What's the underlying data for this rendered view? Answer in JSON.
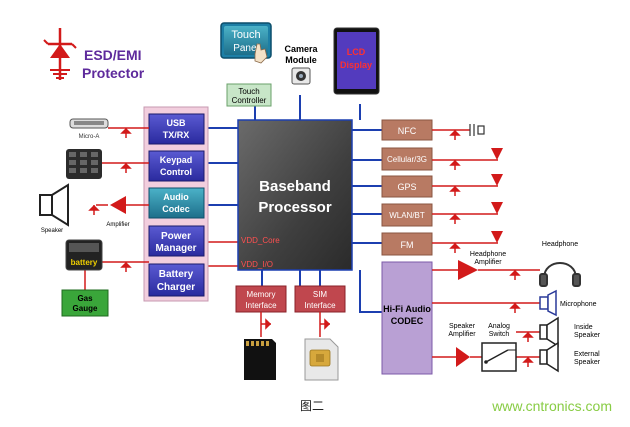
{
  "protector": {
    "line1": "ESD/EMI",
    "line2": "Protector"
  },
  "touch_panel": {
    "line1": "Touch",
    "line2": "Panel"
  },
  "touch_controller": {
    "line1": "Touch",
    "line2": "Controller"
  },
  "camera": {
    "line1": "Camera",
    "line2": "Module"
  },
  "lcd": {
    "line1": "LCD",
    "line2": "Display"
  },
  "baseband": {
    "line1": "Baseband",
    "line2": "Processor",
    "vdd_core": "VDD_Core",
    "vdd_io": "VDD_I/O"
  },
  "left_blocks": {
    "usb": {
      "line1": "USB",
      "line2": "TX/RX"
    },
    "keypad": {
      "line1": "Keypad",
      "line2": "Control"
    },
    "audio": {
      "line1": "Audio",
      "line2": "Codec"
    },
    "power": {
      "line1": "Power",
      "line2": "Manager"
    },
    "battery_charger": {
      "line1": "Battery",
      "line2": "Charger"
    }
  },
  "peripherals": {
    "usb_port_text": "Micro-A",
    "speaker": "Speaker",
    "amplifier": "Amplifier",
    "battery": "battery",
    "gas_gauge": {
      "line1": "Gas",
      "line2": "Gauge"
    }
  },
  "right_blocks": {
    "nfc": "NFC",
    "cellular": "Cellular/3G",
    "gps": "GPS",
    "wlan": "WLAN/BT",
    "fm": "FM",
    "hifi": {
      "line1": "Hi-Fi Audio",
      "line2": "CODEC"
    }
  },
  "bottom_blocks": {
    "memory": {
      "line1": "Memory",
      "line2": "Interface"
    },
    "sim": {
      "line1": "SIM",
      "line2": "Interface"
    }
  },
  "audio_out": {
    "headphone_amp": {
      "line1": "Headphone",
      "line2": "Amplifier"
    },
    "headphone": "Headphone",
    "microphone": "Microphone",
    "speaker_amp": {
      "line1": "Speaker",
      "line2": "Amplifier"
    },
    "analog_switch": {
      "line1": "Analog",
      "line2": "Switch"
    },
    "inside_speaker": {
      "line1": "Inside",
      "line2": "Speaker"
    },
    "external_speaker": {
      "line1": "External",
      "line2": "Speaker"
    }
  },
  "caption": "图二",
  "watermark": "www.cntronics.com",
  "colors": {
    "bus_blue": "#1c3fb0",
    "protect_red": "#d21a1a",
    "left_block": "#3a3ab8",
    "right_block": "#b87a63",
    "pink_panel": "#f2cede",
    "purple_panel": "#b9a0d4",
    "baseband": "#4a4a4a",
    "protector_text": "#5e2a9c",
    "watermark": "#88cc44"
  }
}
